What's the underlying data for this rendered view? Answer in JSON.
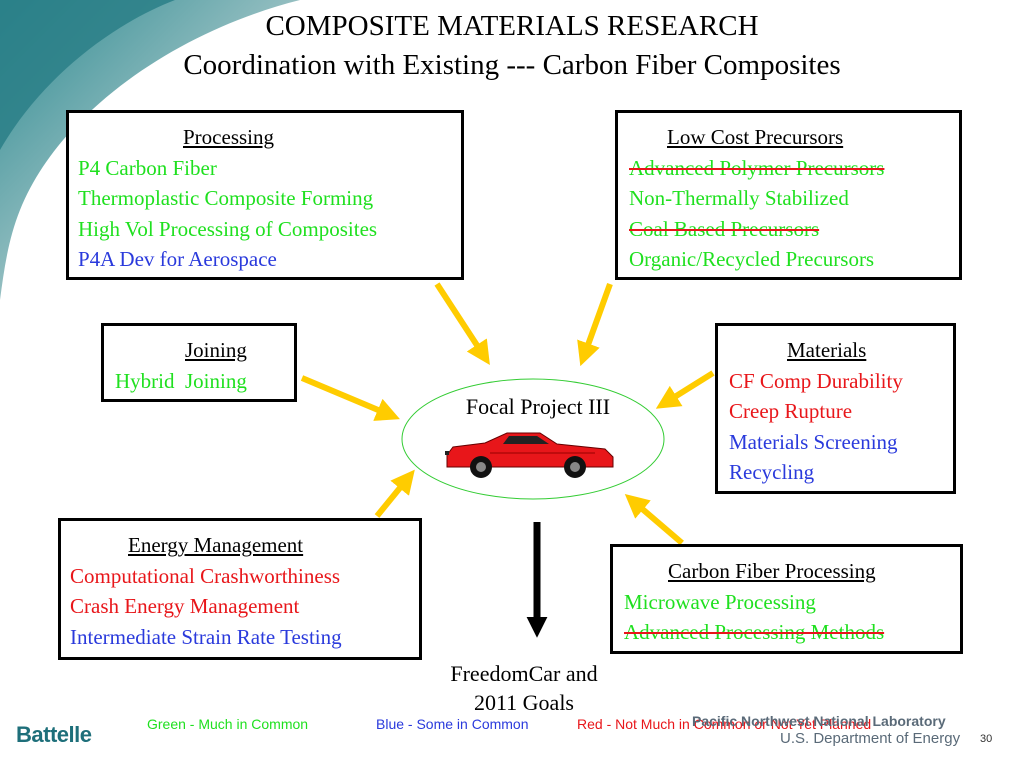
{
  "title": {
    "line1": "COMPOSITE MATERIALS RESEARCH",
    "line2": "Coordination with Existing --- Carbon Fiber Composites"
  },
  "boxes": {
    "processing": {
      "heading": "Processing",
      "items": [
        "P4 Carbon Fiber",
        "Thermoplastic Composite Forming",
        "High Vol Processing of Composites",
        "P4A Dev for Aerospace"
      ]
    },
    "precursors": {
      "heading": "Low Cost Precursors",
      "items": [
        "Advanced Polymer Precursors",
        "Non-Thermally Stabilized",
        "Coal Based Precursors",
        "Organic/Recycled Precursors"
      ]
    },
    "joining": {
      "heading": "Joining",
      "items": [
        "Hybrid  Joining"
      ]
    },
    "materials": {
      "heading": "Materials",
      "items": [
        "CF Comp Durability",
        "Creep Rupture",
        "Materials Screening",
        "Recycling"
      ]
    },
    "energy": {
      "heading": "Energy Management",
      "items": [
        "Computational Crashworthiness",
        "Crash Energy Management",
        "Intermediate Strain Rate Testing"
      ]
    },
    "cfprocessing": {
      "heading": "Carbon Fiber Processing",
      "items": [
        "Microwave Processing",
        "Advanced Processing Methods"
      ]
    }
  },
  "focal": {
    "label": "Focal Project III"
  },
  "goal": {
    "line1": "FreedomCar and",
    "line2": "2011 Goals"
  },
  "legend": {
    "green": "Green - Much in Common",
    "blue": "Blue - Some in Common",
    "red": "Red - Not Much in Common or Not Yet Planned"
  },
  "footer": {
    "battelle": "Battelle",
    "pnnl": "Pacific Northwest National Laboratory",
    "doe": "U.S. Department of Energy",
    "page": "30"
  },
  "colors": {
    "green": "#1fe01f",
    "blue": "#2a3adc",
    "red": "#e8161a",
    "arrow": "#ffcc00",
    "teal": "#1e6f7a"
  }
}
